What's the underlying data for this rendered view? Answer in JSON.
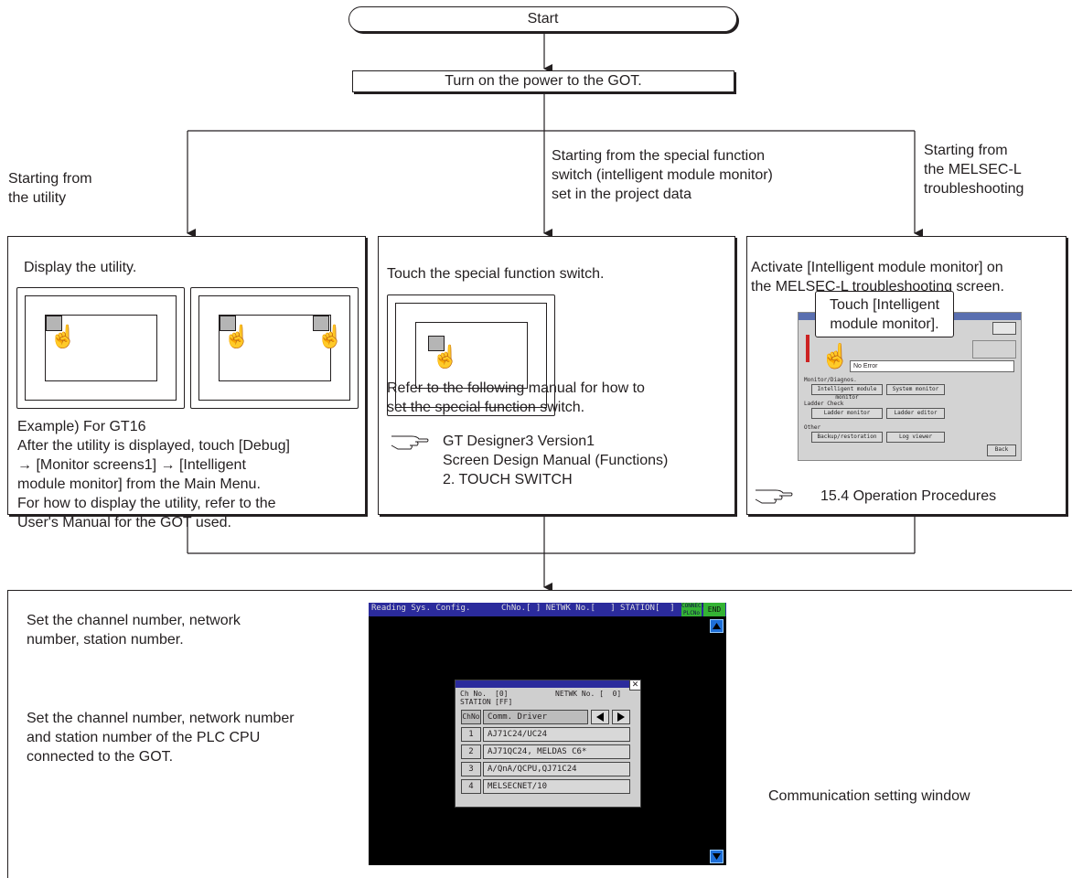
{
  "start": "Start",
  "power_on": "Turn on the power to the GOT.",
  "branches": {
    "utility": {
      "heading": [
        "Starting from",
        "the utility"
      ],
      "step": "Display the utility.",
      "notes": [
        "Example) For GT16",
        "After the utility is displayed, touch [Debug]",
        "→ [Monitor screens1] → [Intelligent",
        "module monitor] from the Main Menu.",
        "For how to display the utility, refer to the",
        "User's Manual for the GOT used."
      ]
    },
    "special_switch": {
      "heading": [
        "Starting from the special function",
        "switch (intelligent module monitor)",
        "set in the project data"
      ],
      "step": "Touch the special function switch.",
      "notes": [
        "Refer to the following manual for how to",
        "set the special function switch."
      ],
      "reference": [
        "GT Designer3 Version1",
        "Screen Design Manual (Functions)",
        "2. TOUCH SWITCH"
      ]
    },
    "melsec": {
      "heading": [
        "Starting from",
        "the MELSEC-L",
        "troubleshooting"
      ],
      "step": [
        "Activate [Intelligent module monitor] on",
        "the MELSEC-L troubleshooting screen."
      ],
      "callout": [
        "Touch [Intelligent",
        "module monitor]."
      ],
      "reference": "15.4 Operation Procedures",
      "screen": {
        "error_label": "No Error",
        "group1": "Monitor/Diagnos.",
        "btn1": "Intelligent module monitor",
        "btn2": "System monitor",
        "group2": "Ladder Check",
        "btn3": "Ladder monitor",
        "btn4": "Ladder editor",
        "group3": "Other",
        "btn5": "Backup/restoration",
        "btn6": "Log viewer",
        "back": "Back"
      }
    }
  },
  "final": {
    "text1": [
      "Set the channel number, network",
      "number, station number."
    ],
    "text2": [
      "Set the channel number, network number",
      "and station number of the PLC CPU",
      "connected to the GOT."
    ],
    "callout": "Communication setting window",
    "screen": {
      "header": "Reading Sys. Config.",
      "header_fields": "ChNo.[ ] NETWK No.[   ] STATION[  ]",
      "connect_btn": "CONNECT PLCNo",
      "end_btn": "END",
      "dialog": {
        "chno_label": "Ch No.",
        "chno_value": "[0]",
        "netwk_label": "NETWK No. [  0]",
        "station_label": "STATION",
        "station_value": "[FF]",
        "col_no": "ChNo",
        "col_driver": "Comm. Driver",
        "rows": [
          {
            "no": "1",
            "name": "AJ71C24/UC24"
          },
          {
            "no": "2",
            "name": "AJ71QC24, MELDAS C6*"
          },
          {
            "no": "3",
            "name": "A/QnA/QCPU,QJ71C24"
          },
          {
            "no": "4",
            "name": "MELSECNET/10"
          }
        ]
      }
    }
  },
  "colors": {
    "line": "#231f20",
    "screen_bg": "#000000",
    "header_blue": "#2b2b9c",
    "connect_green": "#34b334"
  }
}
